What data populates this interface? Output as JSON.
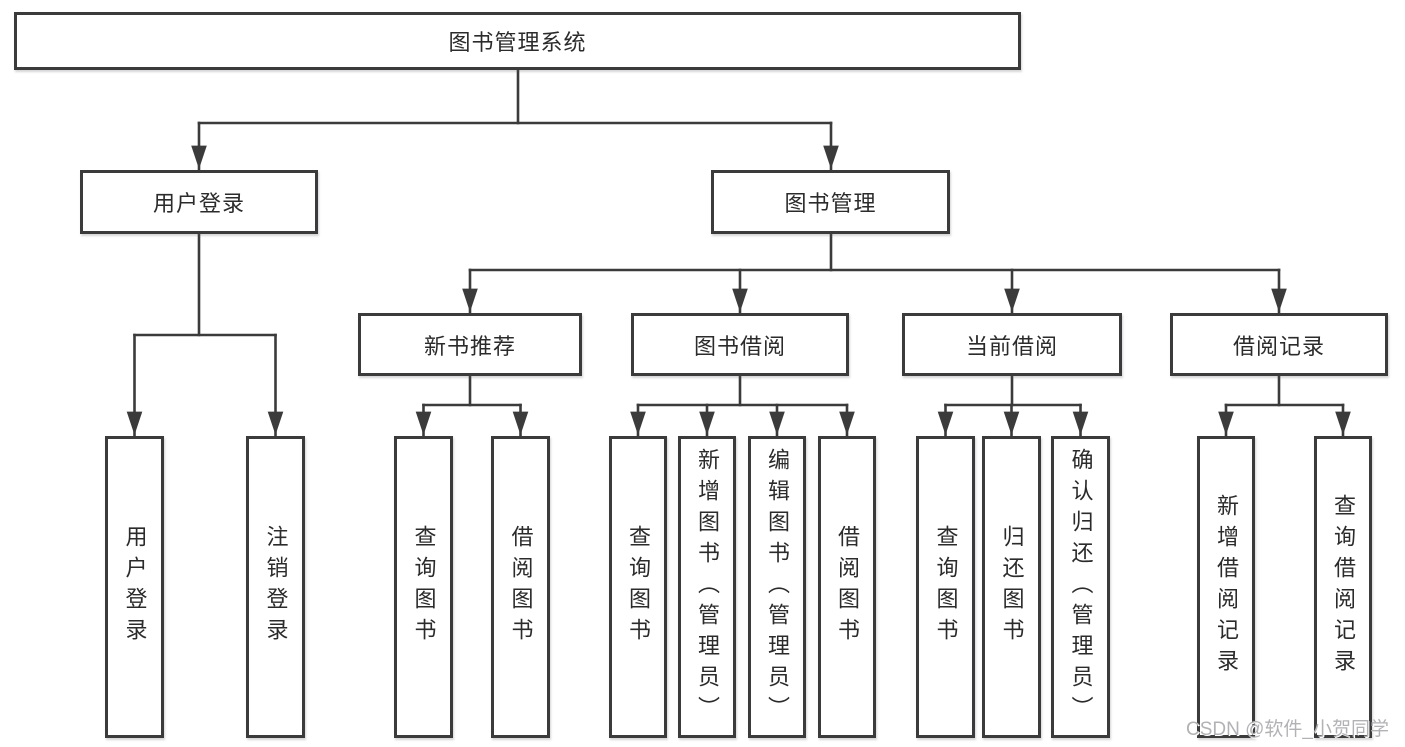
{
  "nodes": {
    "root": "图书管理系统",
    "user_login": "用户登录",
    "book_mgmt": "图书管理",
    "new_books": "新书推荐",
    "book_borrow": "图书借阅",
    "current_borrow": "当前借阅",
    "borrow_records": "借阅记录",
    "ul_login": "用户登录",
    "ul_logout": "注销登录",
    "nb_query": "查询图书",
    "nb_borrow": "借阅图书",
    "bb_query": "查询图书",
    "bb_add": "新增图书（管理员）",
    "bb_edit": "编辑图书（管理员）",
    "bb_borrow": "借阅图书",
    "cb_query": "查询图书",
    "cb_return": "归还图书",
    "cb_confirm": "确认归还（管理员）",
    "br_add": "新增借阅记录",
    "br_query": "查询借阅记录"
  },
  "watermark": "CSDN @软件_小贺同学",
  "colors": {
    "line": "#3b3b3b",
    "text": "#2b2b2b",
    "watermark": "#b2b2b6",
    "background": "#ffffff"
  }
}
